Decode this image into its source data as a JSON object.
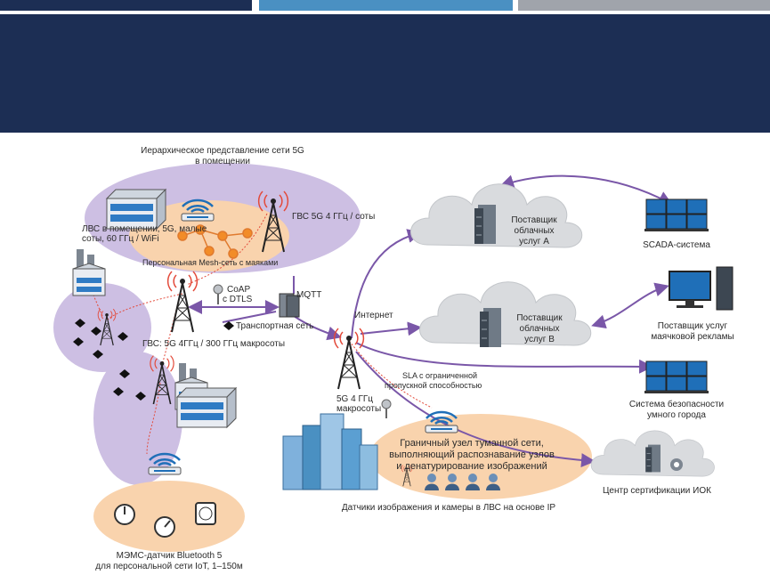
{
  "header": {
    "bar_colors": [
      "#1c2e54",
      "#4a90c2",
      "#a0a4ab"
    ],
    "banner_color": "#1c2e54"
  },
  "diagram": {
    "indoor_title_1": "Иерархическое представление сети 5G",
    "indoor_title_2": "в помещении",
    "lan_label_1": "ЛВС в помещении, 5G, малые",
    "lan_label_2": "соты, 60 ГГц / WiFi",
    "gvs_cells_label": "ГВС 5G 4 ГГц / соты",
    "mesh_label": "Персональная Mesh-сеть с маяками",
    "coap_1": "CoAP",
    "coap_2": "с DTLS",
    "mqtt": "MQTT",
    "transport": "Транспортная сеть",
    "internet": "Интернет",
    "gvs_macro": "ГВС: 5G 4ГГц / 300 ГГц макросоты",
    "sla_1": "SLA с ограниченной",
    "sla_2": "пропускной способностью",
    "macro_1": "5G 4 ГГц",
    "macro_2": "макросоты",
    "fog_1": "Граничный узел туманной сети,",
    "fog_2": "выполняющий распознавание узлов",
    "fog_3": "и денатурирование изображений",
    "cameras": "Датчики изображения и камеры в ЛВС на основе IP",
    "mems_1": "МЭМС-датчик Bluetooth 5",
    "mems_2": "для персональной сети IoT, 1–150м",
    "cloud_a_1": "Поставщик",
    "cloud_a_2": "облачных",
    "cloud_a_3": "услуг А",
    "cloud_b_1": "Поставщик",
    "cloud_b_2": "облачных",
    "cloud_b_3": "услуг В",
    "scada": "SCADA-система",
    "beacon_1": "Поставщик услуг",
    "beacon_2": "маячковой рекламы",
    "security_1": "Система безопасности",
    "security_2": "умного города",
    "cert": "Центр сертификации ИОК"
  },
  "colors": {
    "violet_zone": "#cdbfe3",
    "orange_zone": "#f9d3ad",
    "link": "#7a57a8",
    "red_link": "#e34a3a",
    "cloud": "#d9dbde",
    "monitor": "#1f6fb8"
  },
  "icons": [
    "cell-tower-icon",
    "router-icon",
    "building-icon",
    "factory-icon",
    "cloud-icon",
    "server-icon",
    "monitor-icon",
    "desktop-icon",
    "camera-icon",
    "gauge-icon",
    "mqtt-gateway-icon",
    "city-icon"
  ]
}
